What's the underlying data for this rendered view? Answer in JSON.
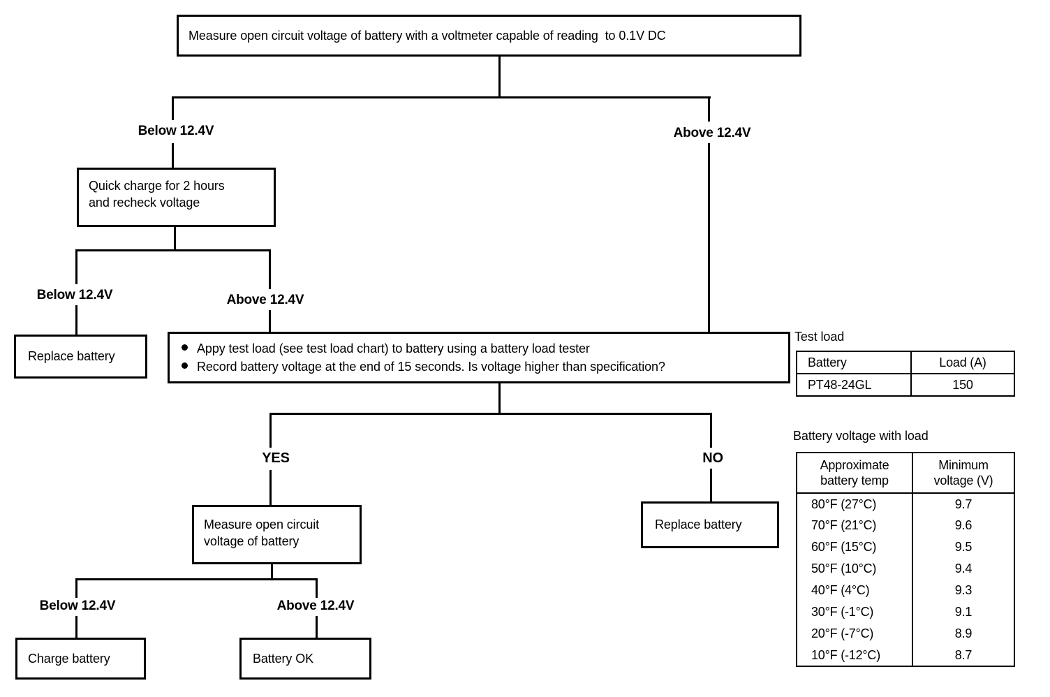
{
  "colors": {
    "ink": "#000000",
    "paper": "#ffffff"
  },
  "nodes": {
    "start": "Measure open circuit voltage of battery with a voltmeter capable of reading  to 0.1V DC",
    "quick_charge": "Quick charge for 2 hours\nand recheck voltage",
    "replace_battery_left": "Replace battery",
    "load_test_bullet_1": "Appy test load (see test load chart) to battery using a battery load tester",
    "load_test_bullet_2": "Record battery voltage at the end of 15 seconds. Is voltage higher than specification?",
    "measure_ocv": "Measure open circuit\nvoltage of battery",
    "replace_battery_no": "Replace battery",
    "charge_battery": "Charge battery",
    "battery_ok": "Battery OK"
  },
  "edge_labels": {
    "level1_left": "Below 12.4V",
    "level1_right": "Above 12.4V",
    "level2_left": "Below 12.4V",
    "level2_right": "Above 12.4V",
    "yes": "YES",
    "no": "NO",
    "level3_left": "Below 12.4V",
    "level3_right": "Above 12.4V"
  },
  "test_load_table": {
    "title": "Test load",
    "headers": [
      "Battery",
      "Load (A)"
    ],
    "rows": [
      [
        "PT48-24GL",
        "150"
      ]
    ]
  },
  "battery_voltage_table": {
    "title": "Battery voltage with load",
    "headers": [
      "Approximate\nbattery temp",
      "Minimum\nvoltage (V)"
    ],
    "rows": [
      [
        "80°F (27°C)",
        "9.7"
      ],
      [
        "70°F (21°C)",
        "9.6"
      ],
      [
        "60°F (15°C)",
        "9.5"
      ],
      [
        "50°F (10°C)",
        "9.4"
      ],
      [
        "40°F (4°C)",
        "9.3"
      ],
      [
        "30°F (-1°C)",
        "9.1"
      ],
      [
        "20°F (-7°C)",
        "8.9"
      ],
      [
        "10°F (-12°C)",
        "8.7"
      ]
    ]
  }
}
